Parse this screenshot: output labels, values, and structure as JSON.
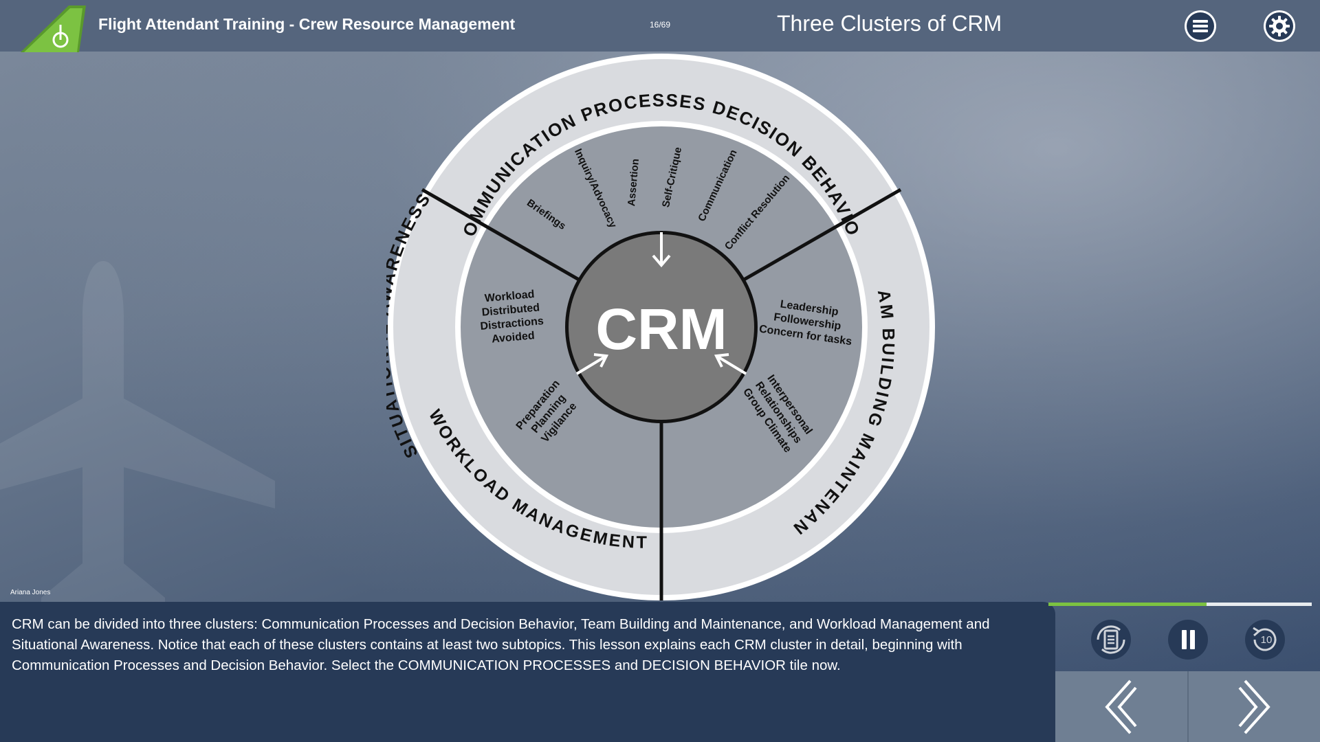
{
  "header": {
    "course_title": "Flight Attendant Training - Crew Resource Management",
    "page_counter": "16/69",
    "slide_title": "Three Clusters of CRM",
    "menu_icon": "hamburger-menu-icon",
    "settings_icon": "gear-icon"
  },
  "wheel": {
    "center_label": "CRM",
    "clusters": {
      "communication_processes": "COMMUNICATION PROCESSES",
      "decision_behavior": "DECISION BEHAVIOR",
      "team_building": "TEAM BUILDING",
      "maintenance": "MAINTENANCE",
      "workload_management": "WORKLOAD MANAGEMENT",
      "situational_awareness": "SITUATIONAL AWARENESS"
    },
    "subtopics": {
      "communication": [
        "Briefings",
        "Inquiry/Advocacy",
        "Assertion",
        "Self-Critique",
        "Communication",
        "Conflict Resolution"
      ],
      "team_top": [
        "Leadership",
        "Followership",
        "Concern for tasks"
      ],
      "team_bottom": [
        "Interpersonal",
        "Relationships",
        "Group Climate"
      ],
      "workload_right": [
        "Preparation",
        "Planning",
        "Vigilance"
      ],
      "workload_left": [
        "Workload",
        "Distributed",
        "Distractions",
        "Avoided"
      ]
    }
  },
  "narrator": "Ariana Jones",
  "transcript": "CRM can be divided into three clusters: Communication Processes and Decision Behavior, Team Building and Maintenance, and Workload Management and Situational Awareness. Notice that each of these clusters contains at least two subtopics. This lesson explains each CRM cluster in detail, beginning with Communication Processes and Decision Behavior. Select the COMMUNICATION PROCESSES and DECISION BEHAVIOR tile now.",
  "progress": 0.6,
  "colors": {
    "accent_green": "#7cc242",
    "panel": "#273a57",
    "topbar": "#55657d"
  },
  "controls": {
    "transcript_icon": "transcript-icon",
    "pause_icon": "pause-icon",
    "replay_icon": "replay-10-icon",
    "replay_label": "10",
    "prev_icon": "chevron-left-icon",
    "next_icon": "chevron-right-icon"
  }
}
